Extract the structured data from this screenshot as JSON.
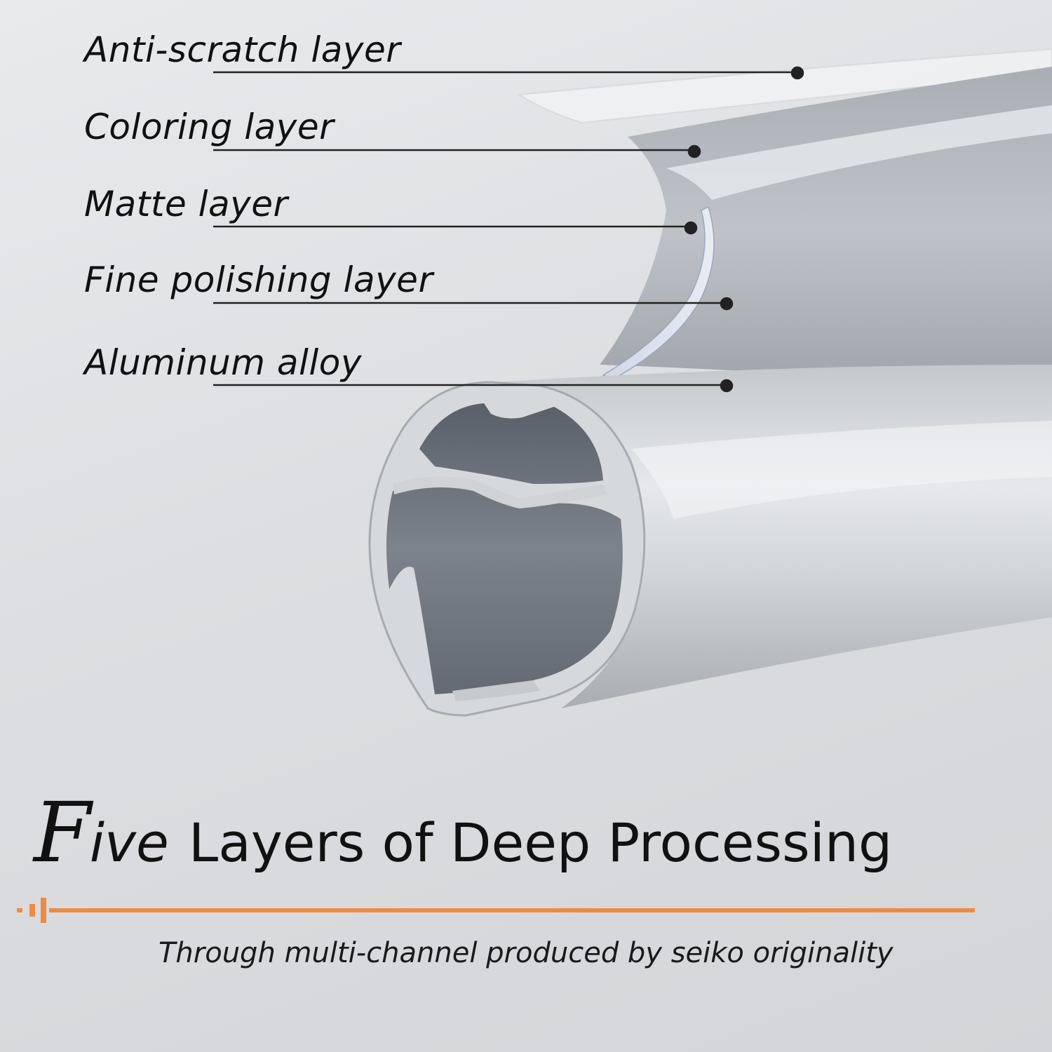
{
  "layers": [
    {
      "label": "Anti-scratch layer"
    },
    {
      "label": "Coloring layer"
    },
    {
      "label": "Matte layer"
    },
    {
      "label": "Fine polishing layer"
    },
    {
      "label": "Aluminum alloy"
    }
  ],
  "headline": {
    "first_letter": "F",
    "first_word_rest": "ive",
    "rest": "Layers of Deep Processing"
  },
  "tagline": "Through multi-channel produced by seiko originality",
  "colors": {
    "accent": "#ee8a43",
    "text": "#111111",
    "metal_light": "#e4e6ea",
    "metal_mid": "#b3b7bd",
    "metal_dark": "#6e737b"
  }
}
